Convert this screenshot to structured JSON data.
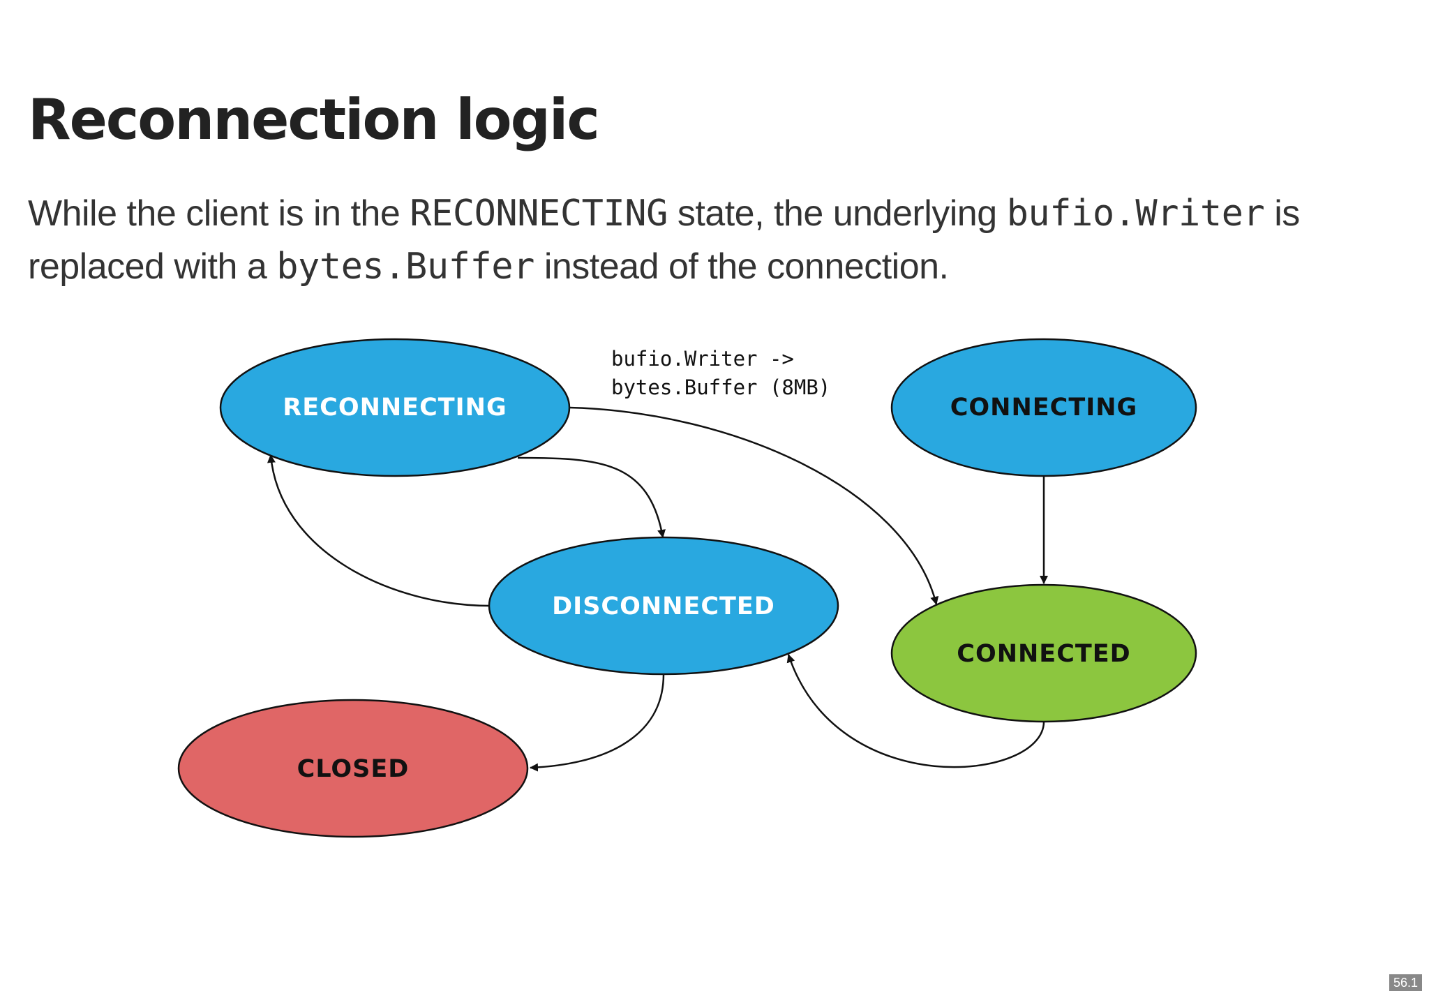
{
  "slide": {
    "title": "Reconnection logic",
    "body": {
      "part1": "While the client is in the ",
      "code1": "RECONNECTING",
      "part2": " state, the underlying ",
      "code2": "bufio.Writer",
      "part3": " is replaced with a ",
      "code3": "bytes.Buffer",
      "part4": " instead of the connection."
    },
    "slide_number": "56.1"
  },
  "diagram": {
    "nodes": {
      "reconnecting": {
        "label": "RECONNECTING",
        "fill": "#29a8e0",
        "text_color": "#ffffff"
      },
      "connecting": {
        "label": "CONNECTING",
        "fill": "#29a8e0",
        "text_color": "#111111"
      },
      "disconnected": {
        "label": "DISCONNECTED",
        "fill": "#29a8e0",
        "text_color": "#ffffff"
      },
      "connected": {
        "label": "CONNECTED",
        "fill": "#8cc63f",
        "text_color": "#111111"
      },
      "closed": {
        "label": "CLOSED",
        "fill": "#e06666",
        "text_color": "#111111"
      }
    },
    "edge_label": {
      "line1": "bufio.Writer ->",
      "line2": "bytes.Buffer (8MB)"
    }
  }
}
